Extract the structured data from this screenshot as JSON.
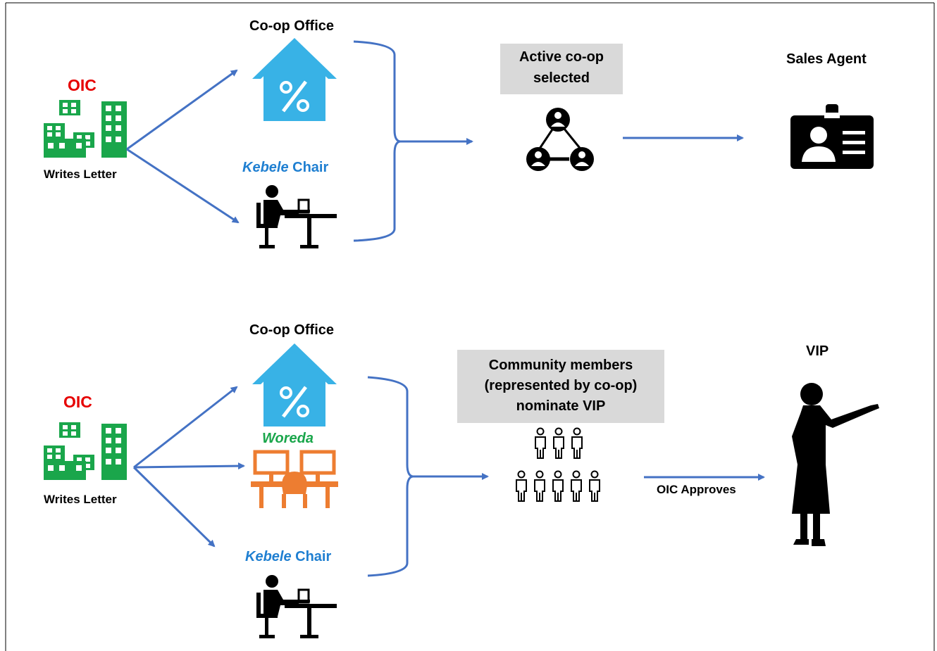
{
  "top": {
    "oic_label": "OIC",
    "oic_caption": "Writes Letter",
    "coop_office_label": "Co-op Office",
    "kebele_italic": "Kebele",
    "kebele_rest": " Chair",
    "active_coop_line1": "Active co-op",
    "active_coop_line2": "selected",
    "sales_agent_label": "Sales Agent"
  },
  "bottom": {
    "oic_label": "OIC",
    "oic_caption": "Writes Letter",
    "coop_office_label": "Co-op Office",
    "woreda_label": "Woreda",
    "kebele_italic": "Kebele",
    "kebele_rest": " Chair",
    "community_line1": "Community members",
    "community_line2": "(represented by co-op)",
    "community_line3": "nominate VIP",
    "approves_label": "OIC Approves",
    "vip_label": "VIP"
  },
  "colors": {
    "arrow": "#4472c4",
    "oic_red": "#e60000",
    "building_green": "#1aa64b",
    "house_blue": "#38b2e6",
    "kebele_blue": "#1f7fd1",
    "woreda_orange": "#ed7d31",
    "label_box_gray": "#d9d9d9"
  }
}
